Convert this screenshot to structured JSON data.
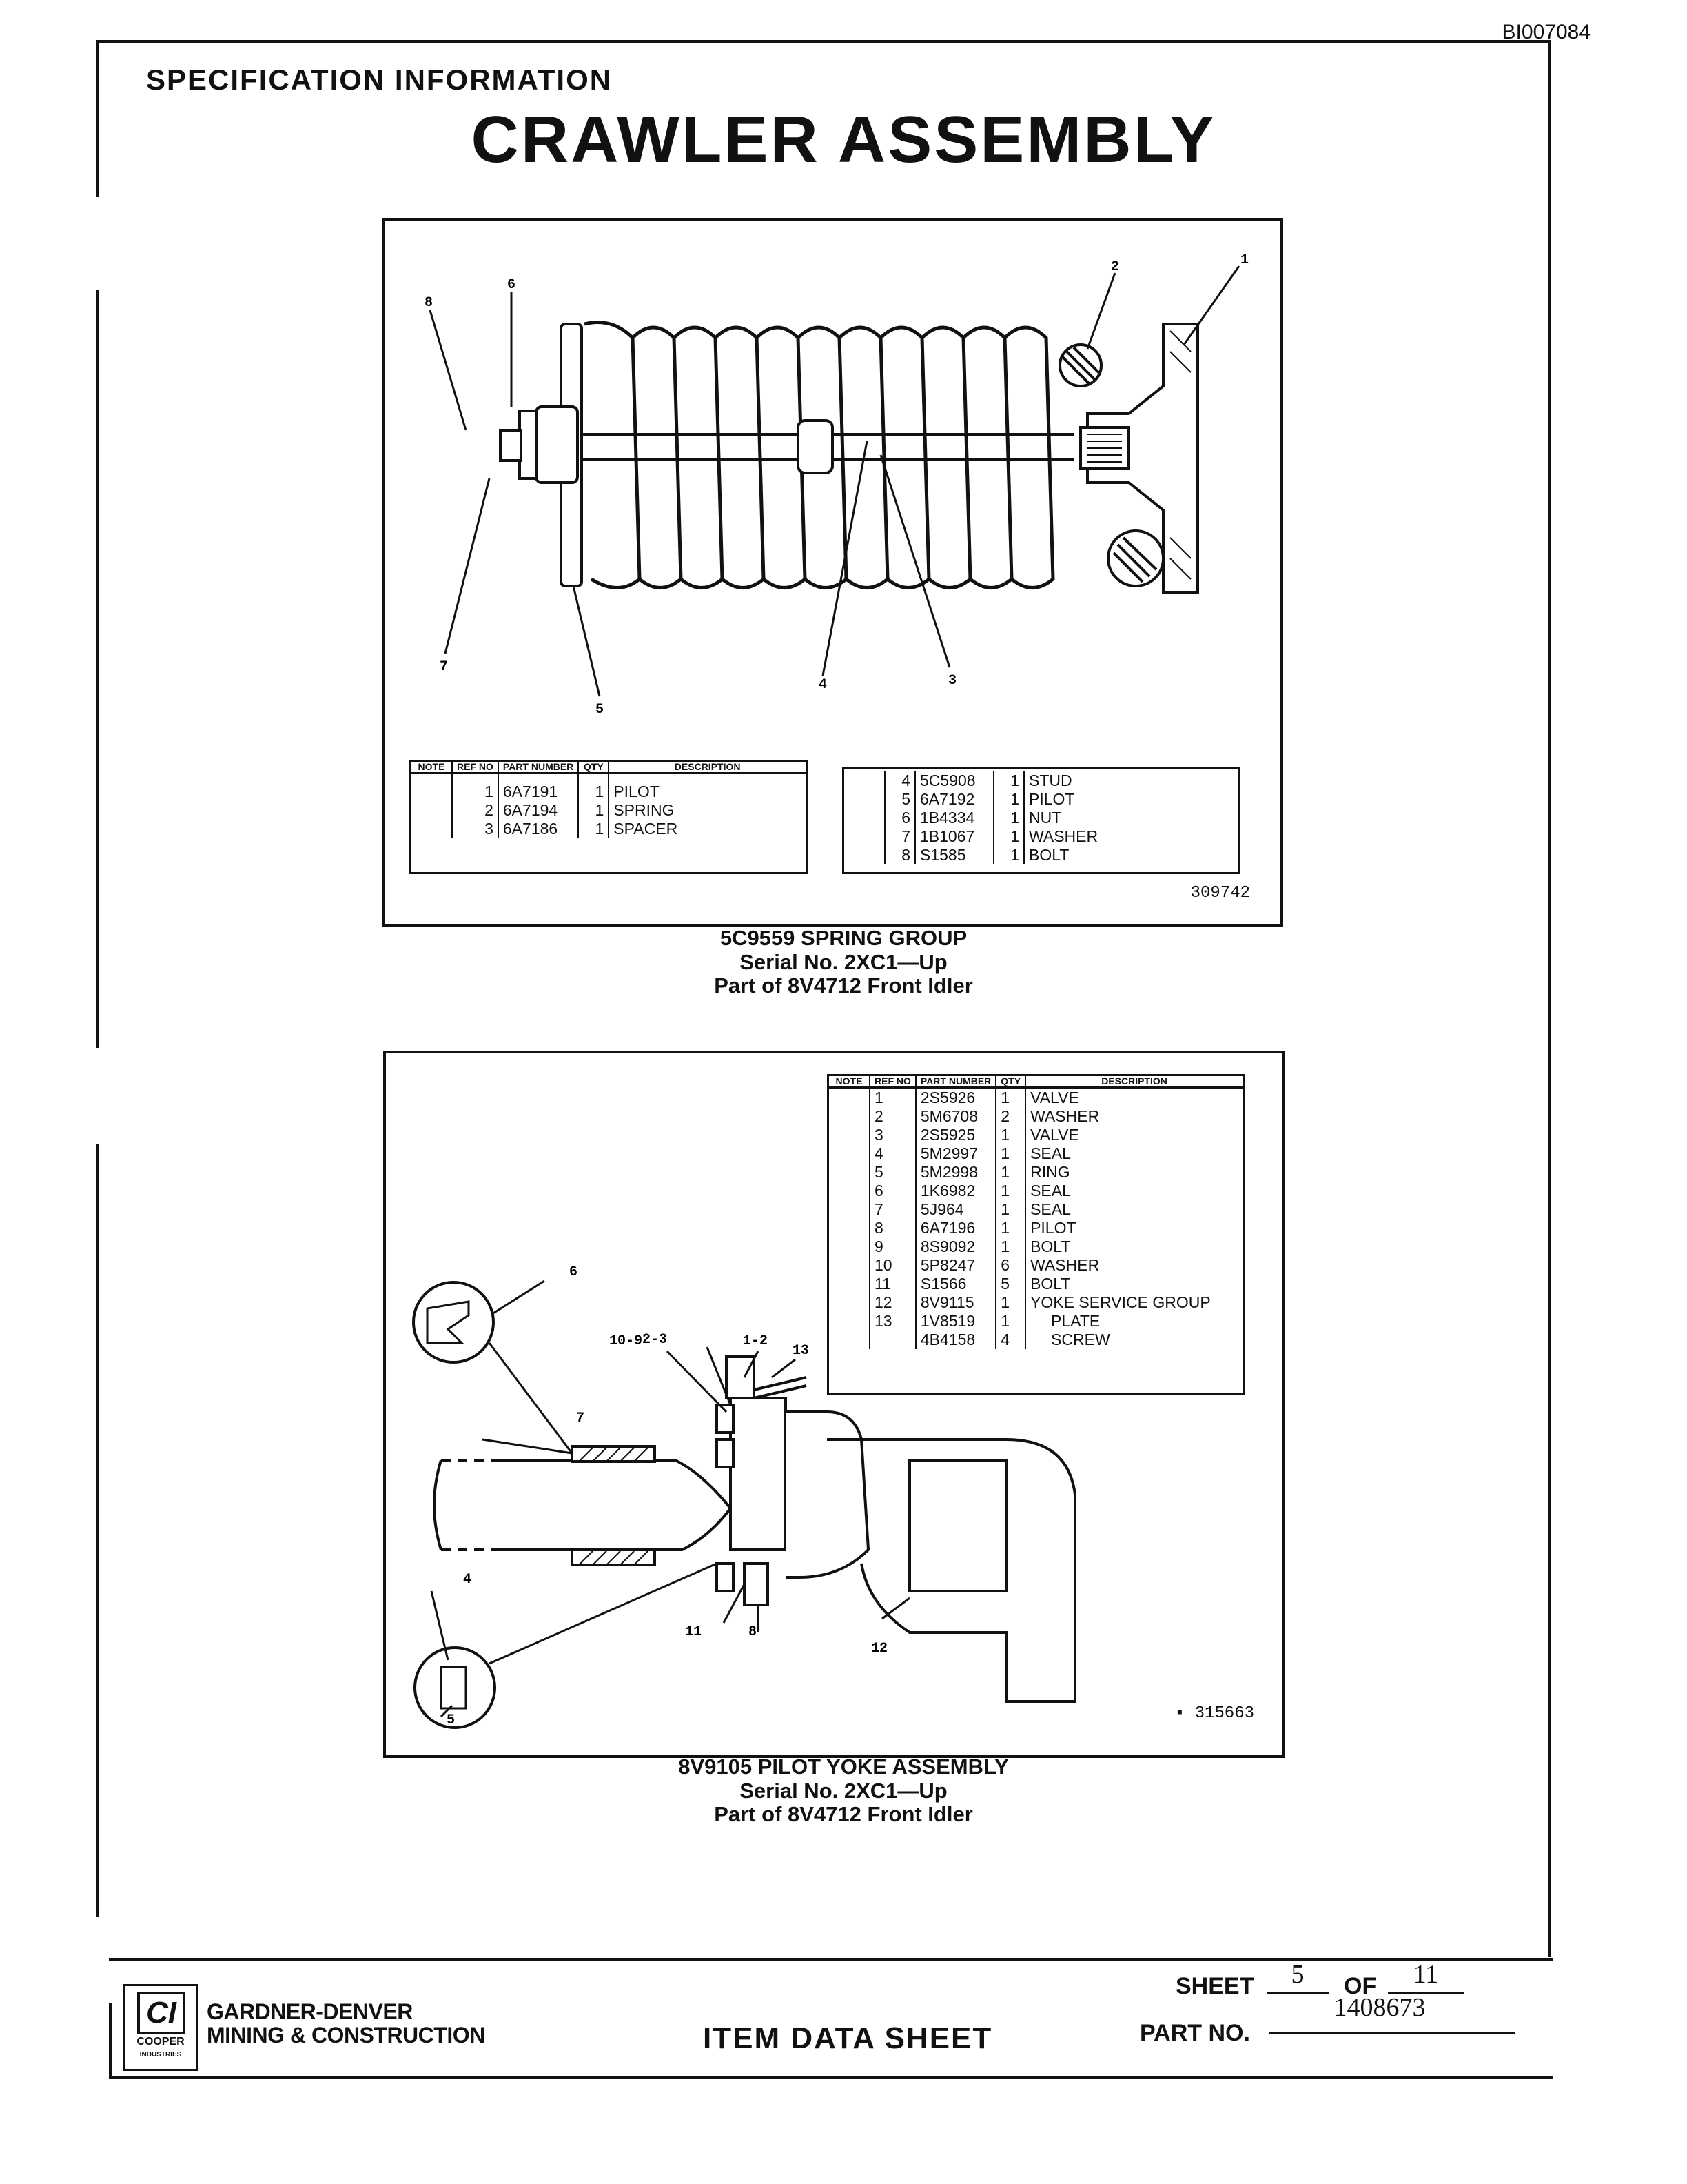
{
  "header": {
    "doc_id": "BI007084",
    "spec_label": "SPECIFICATION INFORMATION",
    "title": "CRAWLER ASSEMBLY"
  },
  "figure1": {
    "callouts": [
      "1",
      "2",
      "3",
      "4",
      "5",
      "6",
      "7",
      "8"
    ],
    "columns": {
      "note": "NOTE",
      "ref_no": "REF NO",
      "part_number": "PART NUMBER",
      "qty": "QTY",
      "description": "DESCRIPTION"
    },
    "rows_left": [
      {
        "ref": "1",
        "part": "6A7191",
        "qty": "1",
        "desc": "PILOT"
      },
      {
        "ref": "2",
        "part": "6A7194",
        "qty": "1",
        "desc": "SPRING"
      },
      {
        "ref": "3",
        "part": "6A7186",
        "qty": "1",
        "desc": "SPACER"
      }
    ],
    "rows_right": [
      {
        "ref": "4",
        "part": "5C5908",
        "qty": "1",
        "desc": "STUD"
      },
      {
        "ref": "5",
        "part": "6A7192",
        "qty": "1",
        "desc": "PILOT"
      },
      {
        "ref": "6",
        "part": "1B4334",
        "qty": "1",
        "desc": "NUT"
      },
      {
        "ref": "7",
        "part": "1B1067",
        "qty": "1",
        "desc": "WASHER"
      },
      {
        "ref": "8",
        "part": "S1585",
        "qty": "1",
        "desc": "BOLT"
      }
    ],
    "figure_id": "309742",
    "caption": {
      "line1": "5C9559 SPRING GROUP",
      "line2": "Serial No. 2XC1—Up",
      "line3": "Part of 8V4712 Front Idler"
    }
  },
  "figure2": {
    "callouts": {
      "c6": "6",
      "c23": "2-3",
      "c12": "1-2",
      "c109": "10-9",
      "c13": "13",
      "c7": "7",
      "c4": "4",
      "c5": "5",
      "c11": "11",
      "c8": "8",
      "c12b": "12"
    },
    "columns": {
      "note": "NOTE",
      "ref_no": "REF NO",
      "part_number": "PART NUMBER",
      "qty": "QTY",
      "description": "DESCRIPTION"
    },
    "rows": [
      {
        "ref": "1",
        "part": "2S5926",
        "qty": "1",
        "desc": "VALVE"
      },
      {
        "ref": "2",
        "part": "5M6708",
        "qty": "2",
        "desc": "WASHER"
      },
      {
        "ref": "3",
        "part": "2S5925",
        "qty": "1",
        "desc": "VALVE"
      },
      {
        "ref": "4",
        "part": "5M2997",
        "qty": "1",
        "desc": "SEAL"
      },
      {
        "ref": "5",
        "part": "5M2998",
        "qty": "1",
        "desc": "RING"
      },
      {
        "ref": "6",
        "part": "1K6982",
        "qty": "1",
        "desc": "SEAL"
      },
      {
        "ref": "7",
        "part": "5J964",
        "qty": "1",
        "desc": "SEAL"
      },
      {
        "ref": "8",
        "part": "6A7196",
        "qty": "1",
        "desc": "PILOT"
      },
      {
        "ref": "9",
        "part": "8S9092",
        "qty": "1",
        "desc": "BOLT"
      },
      {
        "ref": "10",
        "part": "5P8247",
        "qty": "6",
        "desc": "WASHER"
      },
      {
        "ref": "11",
        "part": "S1566",
        "qty": "5",
        "desc": "BOLT"
      },
      {
        "ref": "12",
        "part": "8V9115",
        "qty": "1",
        "desc": "YOKE SERVICE GROUP"
      },
      {
        "ref": "13",
        "part": "1V8519",
        "qty": "1",
        "desc": "PLATE"
      },
      {
        "ref": "",
        "part": "4B4158",
        "qty": "4",
        "desc": "SCREW"
      }
    ],
    "figure_id": "▪ 315663",
    "caption": {
      "line1": "8V9105 PILOT YOKE ASSEMBLY",
      "line2": "Serial No. 2XC1—Up",
      "line3": "Part of 8V4712 Front Idler"
    }
  },
  "footer": {
    "logo_mark": "CI",
    "logo_text1": "COOPER",
    "logo_text2": "INDUSTRIES",
    "company_line1": "GARDNER-DENVER",
    "company_line2": "MINING & CONSTRUCTION",
    "sheet_type": "ITEM DATA SHEET",
    "sheet_label": "SHEET",
    "sheet_number": "5",
    "of_label": "OF",
    "sheet_total": "11",
    "part_label": "PART NO.",
    "part_number": "1408673"
  }
}
